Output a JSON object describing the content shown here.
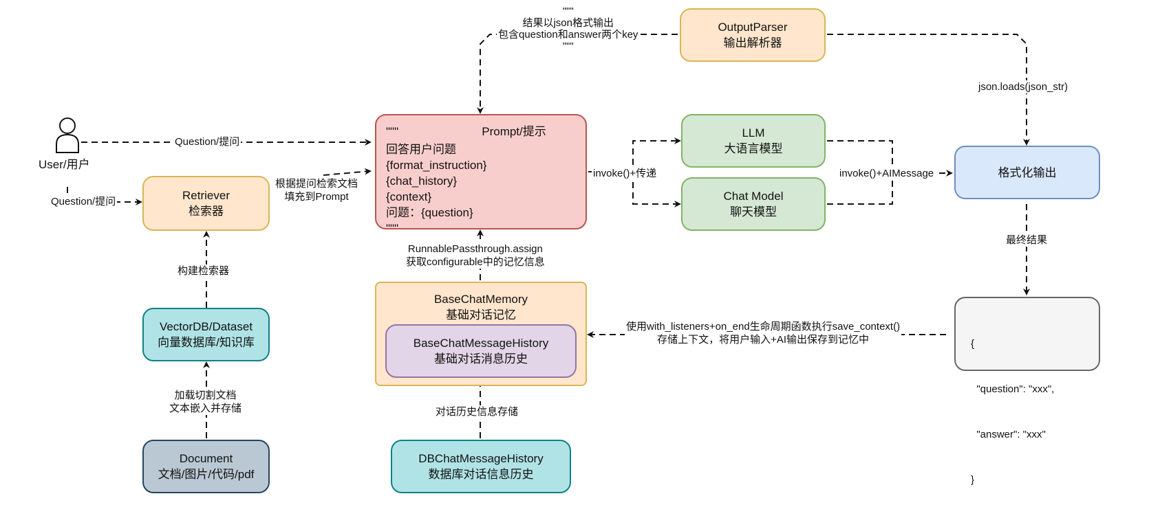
{
  "nodes": {
    "user": {
      "label": "User/用户"
    },
    "retriever": {
      "line1": "Retriever",
      "line2": "检索器"
    },
    "vectordb": {
      "line1": "VectorDB/Dataset",
      "line2": "向量数据库/知识库"
    },
    "document": {
      "line1": "Document",
      "line2": "文档/图片/代码/pdf"
    },
    "prompt": {
      "open_quotes": "\"\"\"",
      "title": "Prompt/提示",
      "lines": [
        "回答用户问题",
        "{format_instruction}",
        "{chat_history}",
        "{context}",
        "问题：{question}",
        "\"\"\""
      ]
    },
    "output_parser": {
      "line1": "OutputParser",
      "line2": "输出解析器"
    },
    "llm": {
      "line1": "LLM",
      "line2": "大语言模型"
    },
    "chat_model": {
      "line1": "Chat Model",
      "line2": "聊天模型"
    },
    "formatted_output": {
      "label": "格式化输出"
    },
    "base_chat_memory": {
      "line1": "BaseChatMemory",
      "line2": "基础对话记忆"
    },
    "base_chat_message_history": {
      "line1": "BaseChatMessageHistory",
      "line2": "基础对话消息历史"
    },
    "db_chat_message_history": {
      "line1": "DBChatMessageHistory",
      "line2": "数据库对话信息历史"
    },
    "json_result": {
      "lines": [
        "{",
        "  \"question\": \"xxx\",",
        "  \"answer\": \"xxx\"",
        "}"
      ]
    }
  },
  "edge_labels": {
    "question_to_prompt": "Question/提问",
    "question_to_retriever": "Question/提问",
    "retrieve_fill": [
      "根据提问检索文档",
      "填充到Prompt"
    ],
    "build_retriever": "构建检索器",
    "load_split": [
      "加载切割文档",
      "文本嵌入并存储"
    ],
    "parser_instruction": [
      "\"\"\"",
      "结果以json格式输出",
      "包含question和answer两个key",
      "\"\"\""
    ],
    "json_loads": "json.loads(json_str)",
    "invoke_pass": "invoke()+传递",
    "invoke_aimessage": "invoke()+AIMessage",
    "final_result": "最终结果",
    "runnable_assign": [
      "RunnablePassthrough.assign",
      "获取configurable中的记忆信息"
    ],
    "save_context": [
      "使用with_listeners+on_end生命周期函数执行save_context()",
      "存储上下文，将用户输入+AI输出保存到记忆中"
    ],
    "history_storage": "对话历史信息存储"
  }
}
